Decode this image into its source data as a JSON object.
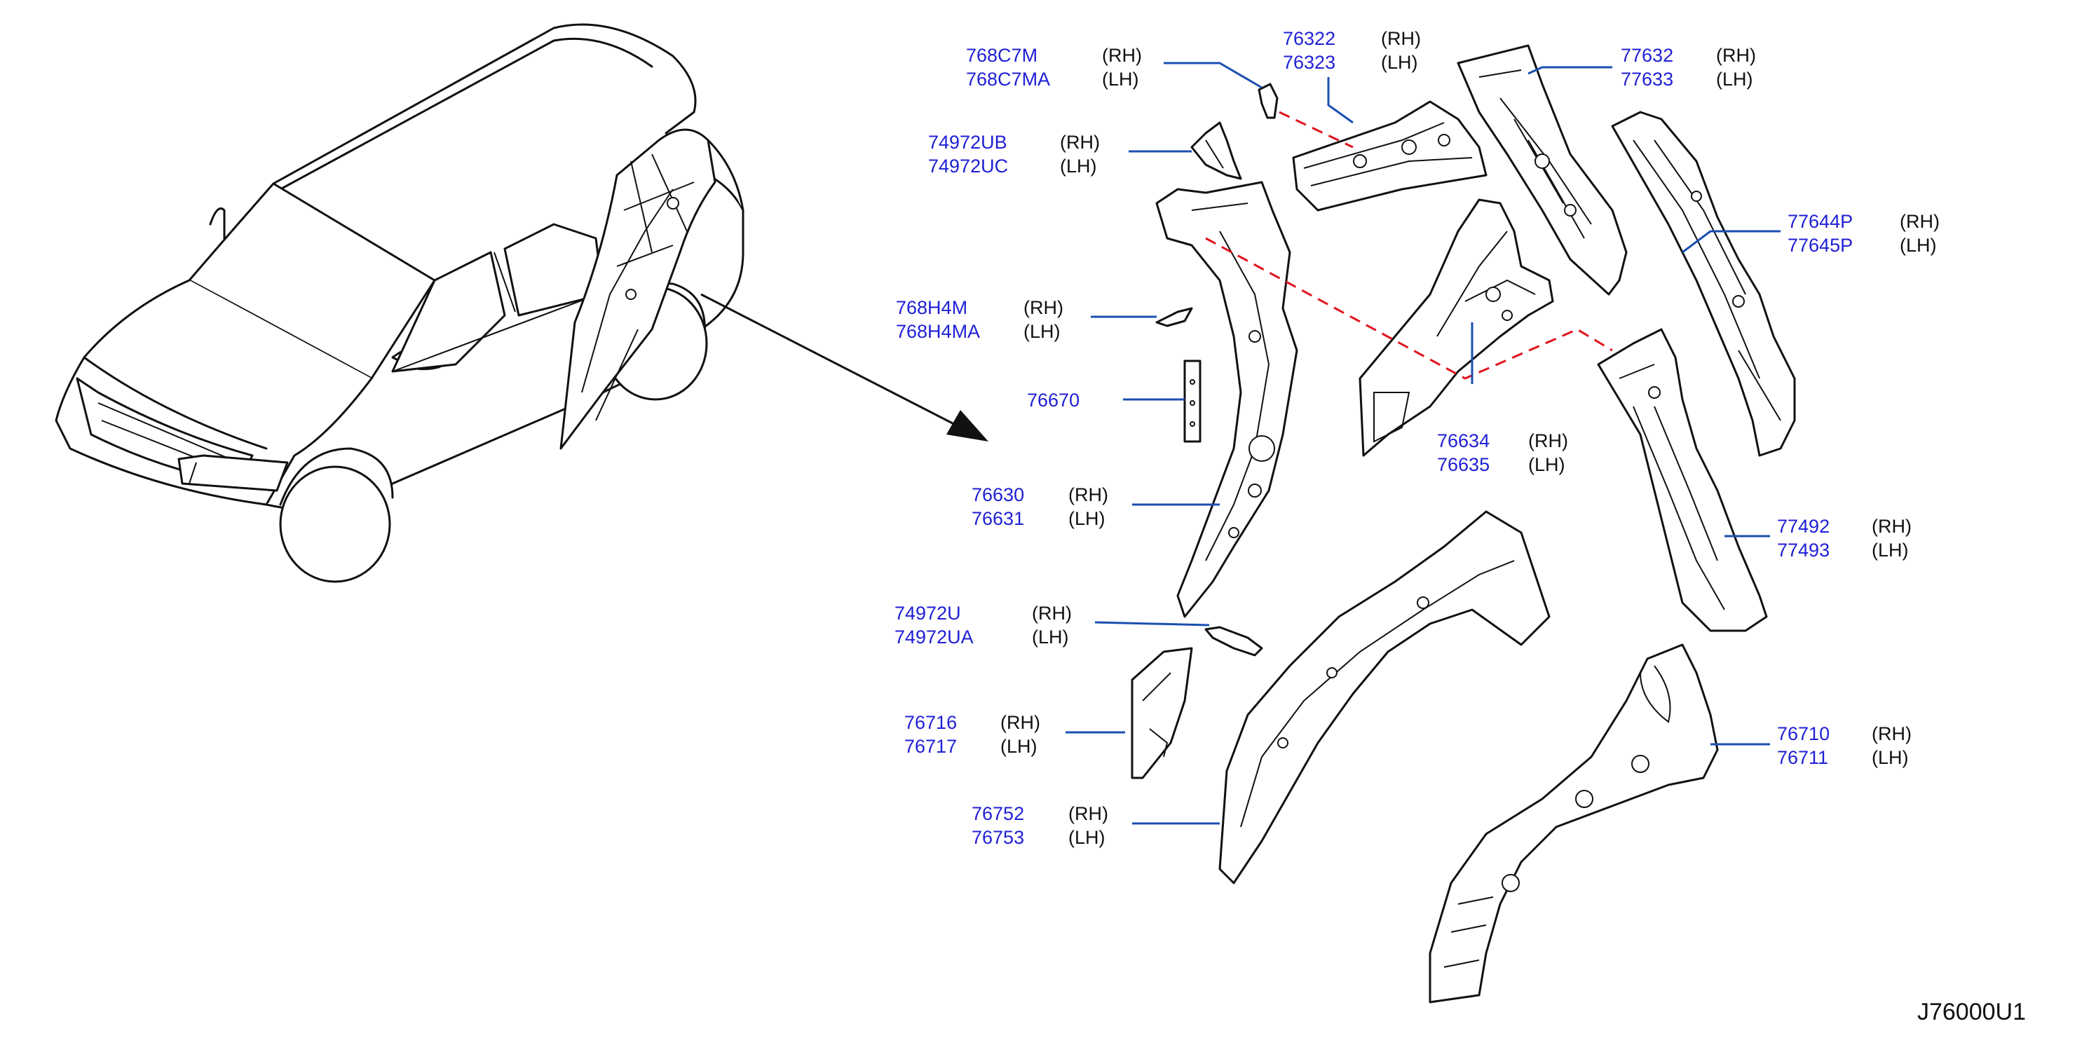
{
  "diagram_code": "J76000U1",
  "callouts": [
    {
      "id": "768c7m",
      "numbers": [
        "768C7M",
        "768C7MA"
      ],
      "sides": [
        "(RH)",
        "(LH)"
      ]
    },
    {
      "id": "76322",
      "numbers": [
        "76322",
        "76323"
      ],
      "sides": [
        "(RH)",
        "(LH)"
      ]
    },
    {
      "id": "77632",
      "numbers": [
        "77632",
        "77633"
      ],
      "sides": [
        "(RH)",
        "(LH)"
      ]
    },
    {
      "id": "74972ub",
      "numbers": [
        "74972UB",
        "74972UC"
      ],
      "sides": [
        "(RH)",
        "(LH)"
      ]
    },
    {
      "id": "77644p",
      "numbers": [
        "77644P",
        "77645P"
      ],
      "sides": [
        "(RH)",
        "(LH)"
      ]
    },
    {
      "id": "768h4m",
      "numbers": [
        "768H4M",
        "768H4MA"
      ],
      "sides": [
        "(RH)",
        "(LH)"
      ]
    },
    {
      "id": "76670",
      "numbers": [
        "76670"
      ],
      "sides": []
    },
    {
      "id": "76634",
      "numbers": [
        "76634",
        "76635"
      ],
      "sides": [
        "(RH)",
        "(LH)"
      ]
    },
    {
      "id": "76630",
      "numbers": [
        "76630",
        "76631"
      ],
      "sides": [
        "(RH)",
        "(LH)"
      ]
    },
    {
      "id": "77492",
      "numbers": [
        "77492",
        "77493"
      ],
      "sides": [
        "(RH)",
        "(LH)"
      ]
    },
    {
      "id": "74972u",
      "numbers": [
        "74972U",
        "74972UA"
      ],
      "sides": [
        "(RH)",
        "(LH)"
      ]
    },
    {
      "id": "76716",
      "numbers": [
        "76716",
        "76717"
      ],
      "sides": [
        "(RH)",
        "(LH)"
      ]
    },
    {
      "id": "76710",
      "numbers": [
        "76710",
        "76711"
      ],
      "sides": [
        "(RH)",
        "(LH)"
      ]
    },
    {
      "id": "76752",
      "numbers": [
        "76752",
        "76753"
      ],
      "sides": [
        "(RH)",
        "(LH)"
      ]
    }
  ]
}
